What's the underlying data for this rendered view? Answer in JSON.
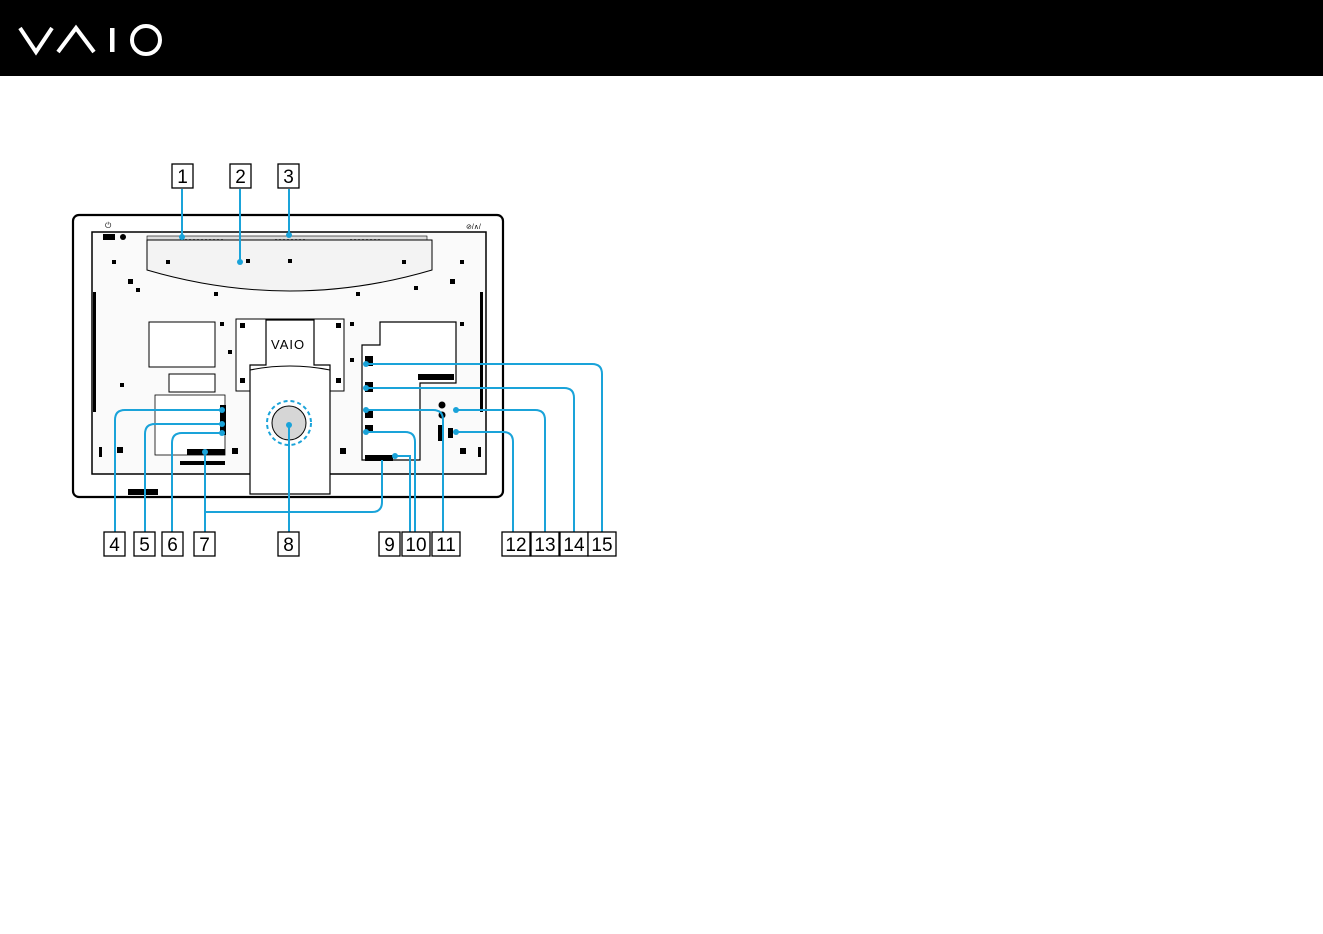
{
  "header": {
    "brand_logo": "VAIO",
    "background_color": "#000000",
    "logo_color": "#ffffff"
  },
  "figure": {
    "subject": "computer-rear-view",
    "stand_logo": "VAIO",
    "callout_color": "#1aa3d9",
    "callouts": [
      "1",
      "2",
      "3",
      "4",
      "5",
      "6",
      "7",
      "8",
      "9",
      "10",
      "11",
      "12",
      "13",
      "14",
      "15"
    ]
  }
}
